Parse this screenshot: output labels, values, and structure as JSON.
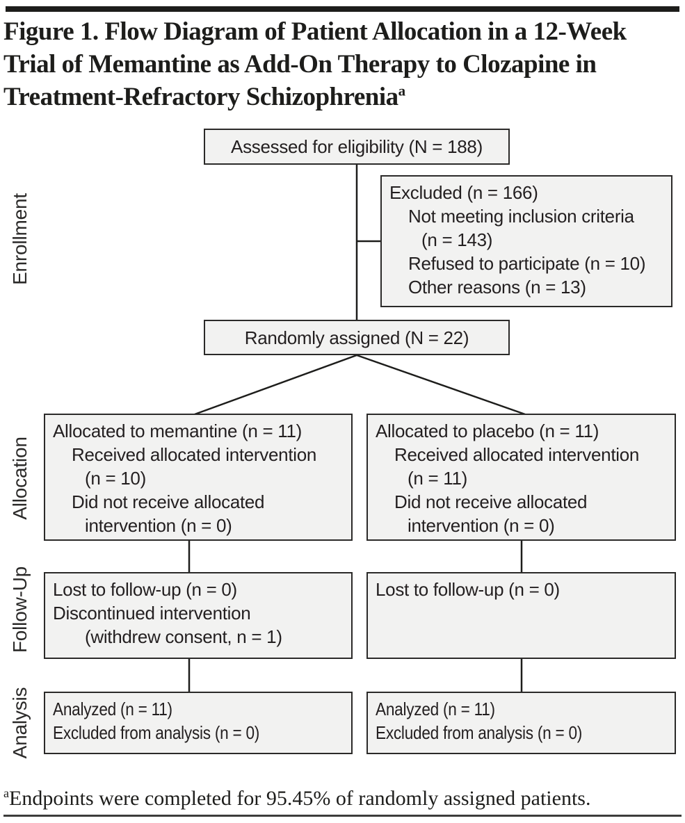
{
  "figure": {
    "title_lines": [
      "Figure 1. Flow Diagram of Patient Allocation in a 12-Week",
      "Trial of Memantine as Add-On Therapy to Clozapine in",
      "Treatment-Refractory Schizophrenia"
    ],
    "title_superscript": "a",
    "footnote_marker": "a",
    "footnote_text": "Endpoints were completed for 95.45% of randomly assigned patients."
  },
  "stage_labels": {
    "enrollment": "Enrollment",
    "allocation": "Allocation",
    "followup": "Follow-Up",
    "analysis": "Analysis"
  },
  "diagram": {
    "assessed": {
      "label": "Assessed for eligibility (N = 188)"
    },
    "excluded": {
      "lines": [
        {
          "text": "Excluded (n = 166)",
          "indent": 0
        },
        {
          "text": "Not meeting inclusion criteria",
          "indent": 1
        },
        {
          "text": "(n = 143)",
          "indent": 2
        },
        {
          "text": "Refused to participate (n = 10)",
          "indent": 1
        },
        {
          "text": "Other reasons (n = 13)",
          "indent": 1
        }
      ]
    },
    "randomized": {
      "label": "Randomly assigned (N = 22)"
    },
    "allocation_memantine": {
      "lines": [
        {
          "text": "Allocated to memantine (n = 11)",
          "indent": 0
        },
        {
          "text": "Received allocated intervention",
          "indent": 1
        },
        {
          "text": "(n = 10)",
          "indent": 2
        },
        {
          "text": "Did not receive allocated",
          "indent": 1
        },
        {
          "text": "intervention (n = 0)",
          "indent": 2
        }
      ]
    },
    "allocation_placebo": {
      "lines": [
        {
          "text": "Allocated to placebo (n = 11)",
          "indent": 0
        },
        {
          "text": "Received allocated intervention",
          "indent": 1
        },
        {
          "text": "(n = 11)",
          "indent": 2
        },
        {
          "text": "Did not receive allocated",
          "indent": 1
        },
        {
          "text": "intervention (n = 0)",
          "indent": 2
        }
      ]
    },
    "followup_memantine": {
      "lines": [
        {
          "text": "Lost to follow-up (n = 0)",
          "indent": 0
        },
        {
          "text": "Discontinued intervention",
          "indent": 0
        },
        {
          "text": "(withdrew consent, n = 1)",
          "indent": 2
        }
      ]
    },
    "followup_placebo": {
      "lines": [
        {
          "text": "Lost to follow-up (n = 0)",
          "indent": 0
        }
      ]
    },
    "analysis_memantine": {
      "lines": [
        {
          "text": "Analyzed (n = 11)",
          "indent": 0
        },
        {
          "text": "Excluded from analysis (n = 0)",
          "indent": 0
        }
      ]
    },
    "analysis_placebo": {
      "lines": [
        {
          "text": "Analyzed (n = 11)",
          "indent": 0
        },
        {
          "text": "Excluded from analysis (n = 0)",
          "indent": 0
        }
      ]
    }
  },
  "colors": {
    "box_fill": "#f2f2f1",
    "box_border": "#2b2a29",
    "text": "#231f20",
    "rule": "#1d1d1b"
  }
}
